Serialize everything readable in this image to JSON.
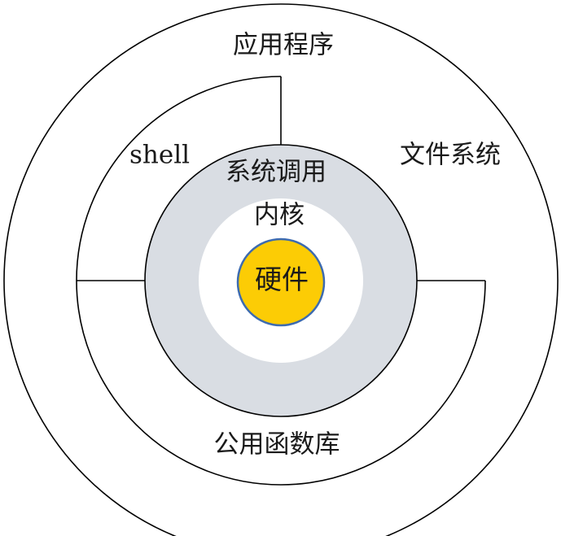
{
  "diagram": {
    "layers": {
      "applications": "应用程序",
      "shell": "shell",
      "file_system": "文件系统",
      "system_calls": "系统调用",
      "kernel": "内核",
      "hardware": "硬件",
      "library": "公用函数库"
    },
    "colors": {
      "syscall_ring": "#d9dde3",
      "kernel_disk": "#ffffff",
      "hardware_fill": "#fccc05",
      "hardware_stroke": "#3d6bb0",
      "line": "#000000"
    }
  }
}
